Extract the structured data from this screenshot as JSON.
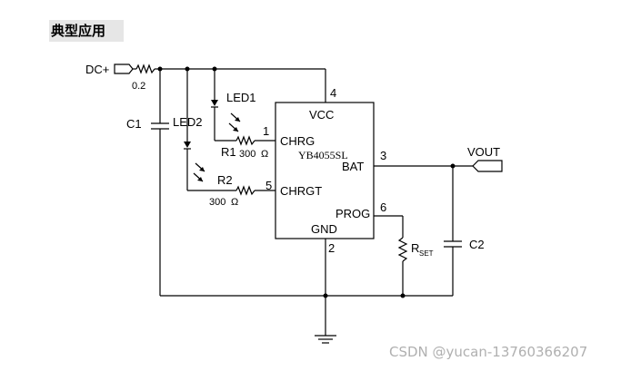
{
  "heading": "典型应用",
  "chip": {
    "name": "YB4055SL"
  },
  "pins": {
    "vcc": {
      "label": "VCC",
      "number": "4"
    },
    "chrg": {
      "label": "CHRG",
      "number": "1"
    },
    "bat": {
      "label": "BAT",
      "number": "3"
    },
    "chrgt": {
      "label": "CHRGT",
      "number": "5"
    },
    "prog": {
      "label": "PROG",
      "number": "6"
    },
    "gnd": {
      "label": "GND",
      "number": "2"
    }
  },
  "components": {
    "dc_in": "DC+",
    "r_input": "0.2",
    "c1": "C1",
    "led1": "LED1",
    "led2": "LED2",
    "r1": "R1",
    "r1_value": "300",
    "r2": "R2",
    "r2_value": "300",
    "ohm": "Ω",
    "vout": "VOUT",
    "rset_main": "R",
    "rset_sub": "SET",
    "c2": "C2"
  },
  "watermark": "CSDN @yucan-13760366207"
}
